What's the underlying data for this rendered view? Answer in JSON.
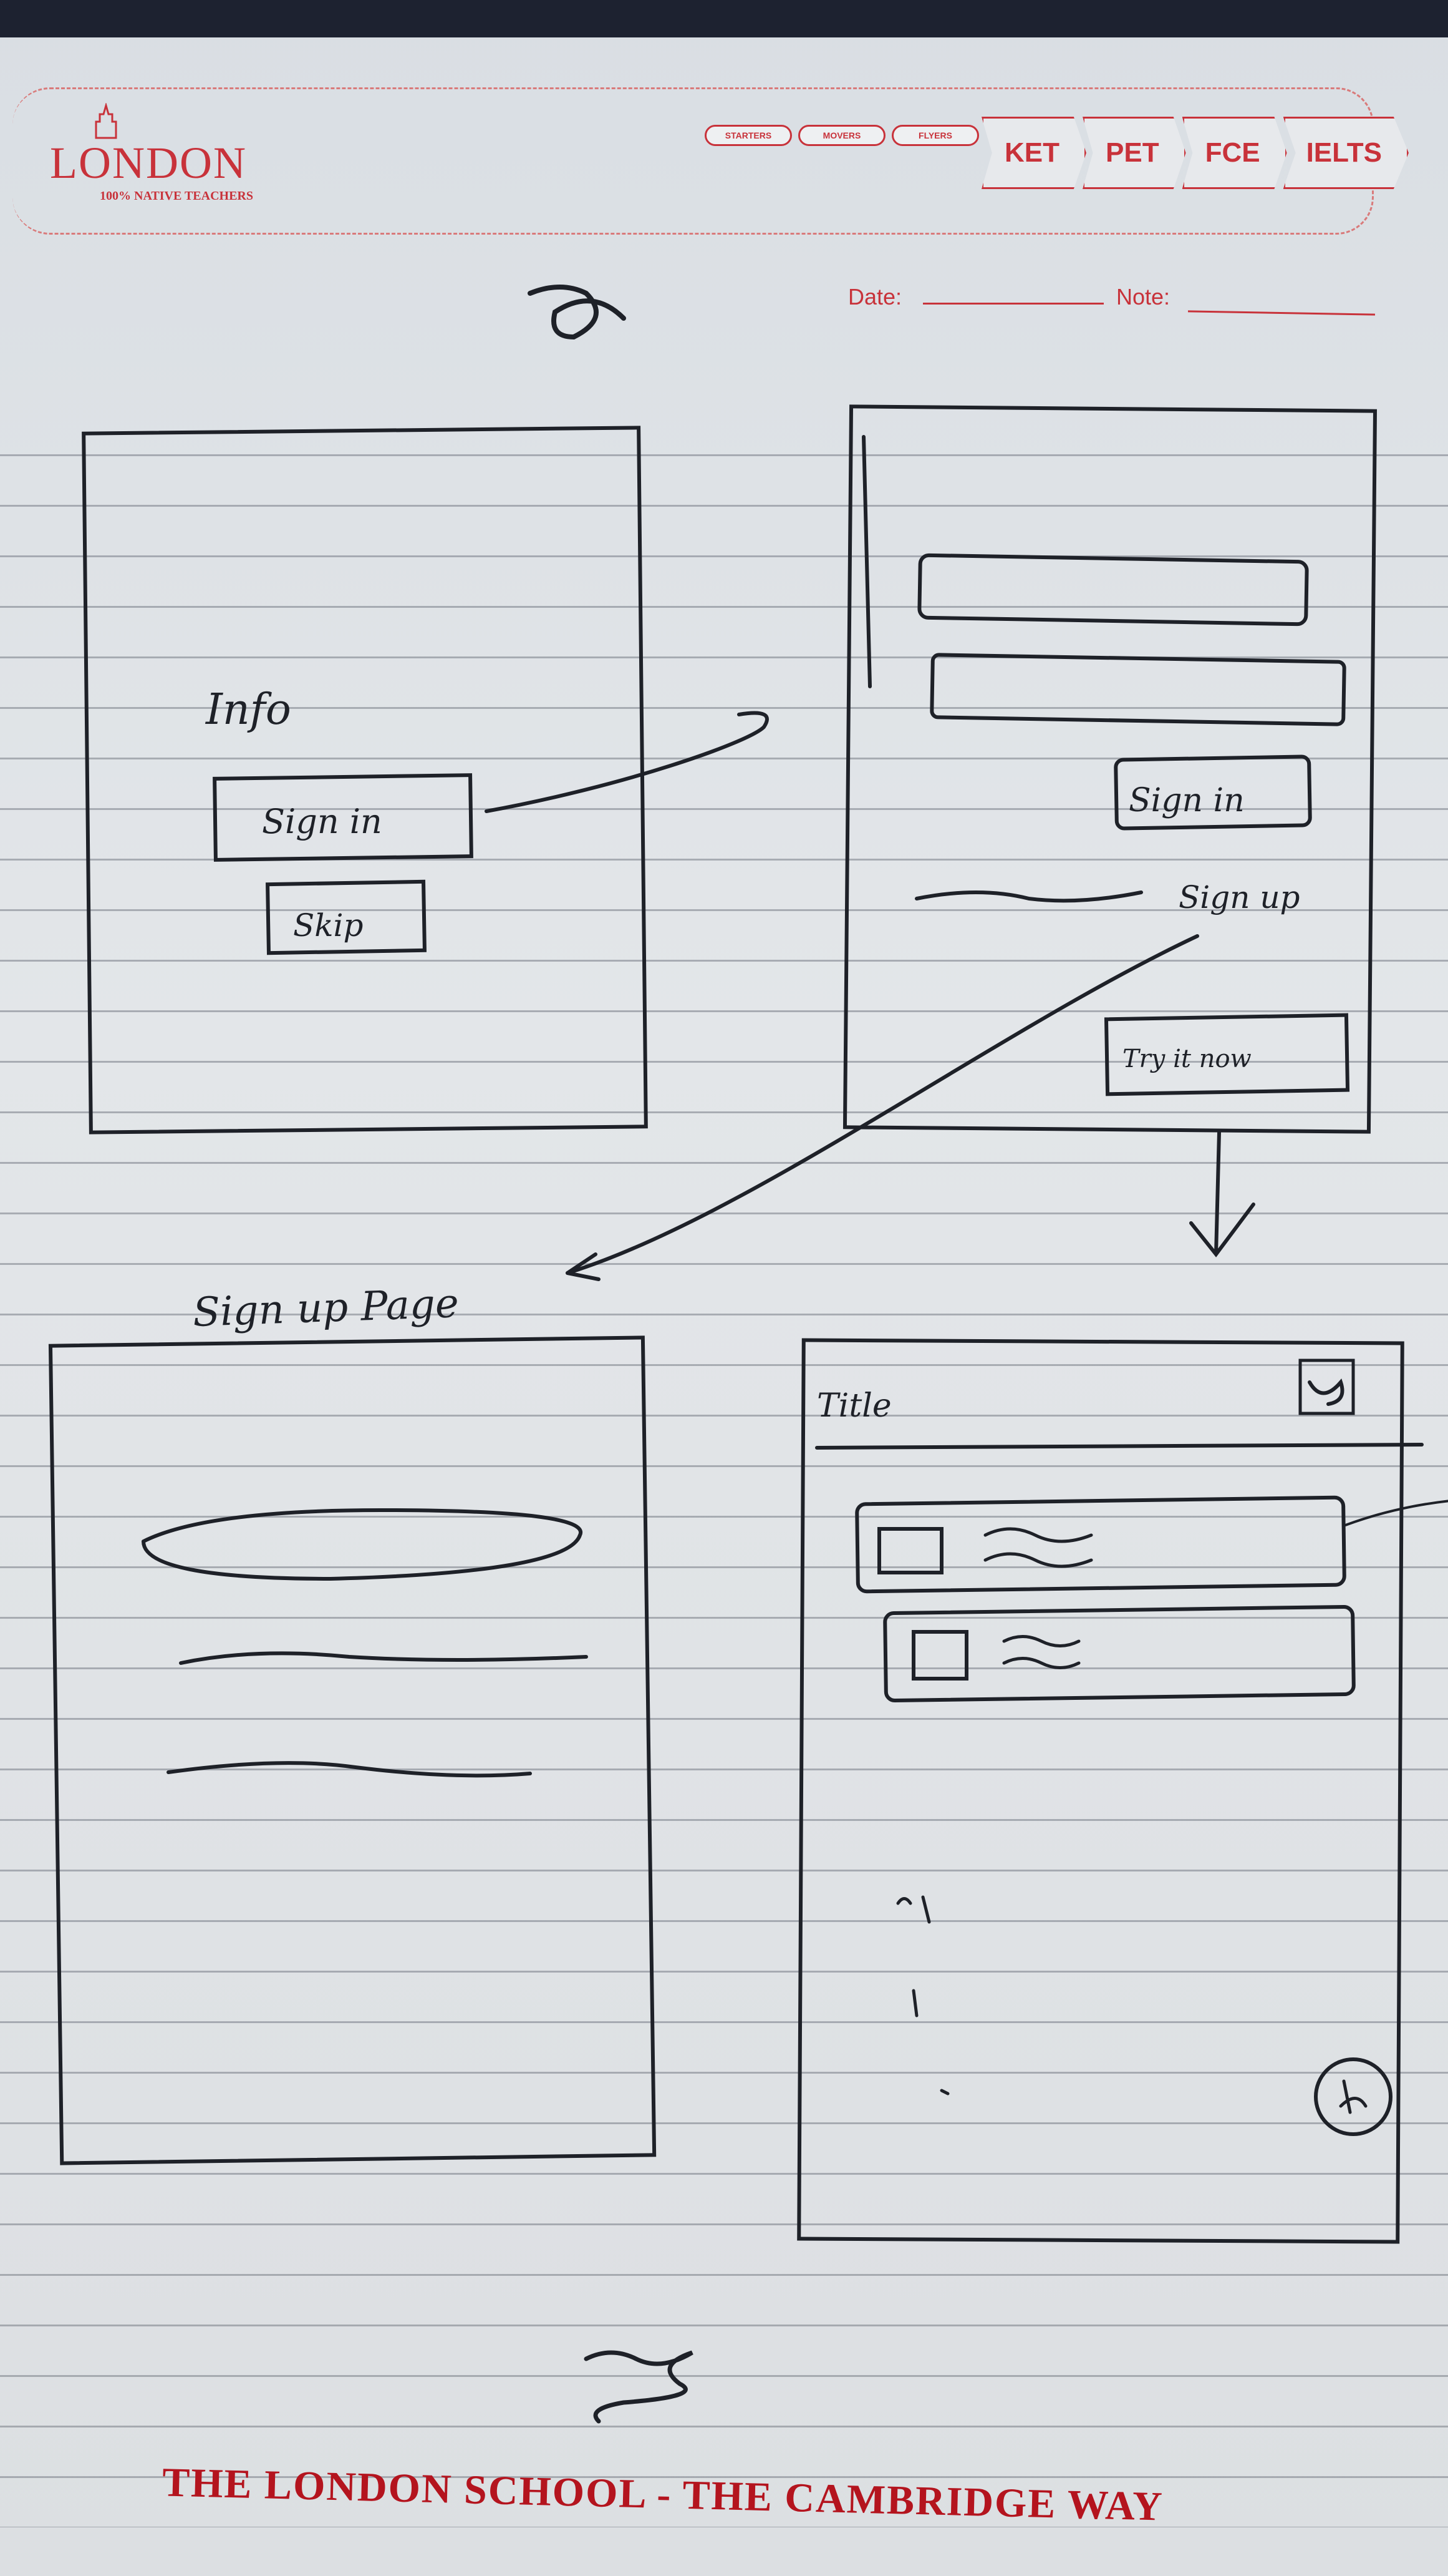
{
  "header": {
    "logo": {
      "word": "LONDON",
      "tagline": "100% NATIVE TEACHERS"
    },
    "small_levels": [
      "STARTERS",
      "MOVERS",
      "FLYERS"
    ],
    "levels": [
      "KET",
      "PET",
      "FCE",
      "IELTS"
    ],
    "date_label": "Date:",
    "note_label": "Note:"
  },
  "sketch": {
    "screen1": {
      "title": "Info",
      "primary_button": "Sign in",
      "secondary_button": "Skip"
    },
    "screen2": {
      "button": "Sign in",
      "link": "Sign up",
      "cta": "Try it now"
    },
    "screen3": {
      "heading": "Sign up Page"
    },
    "screen4": {
      "title": "Title"
    }
  },
  "footer": {
    "text": "THE LONDON SCHOOL - THE CAMBRIDGE WAY"
  },
  "colors": {
    "brand_red": "#c8323a",
    "ink": "#1e2128",
    "paper": "#dfe3e6"
  }
}
